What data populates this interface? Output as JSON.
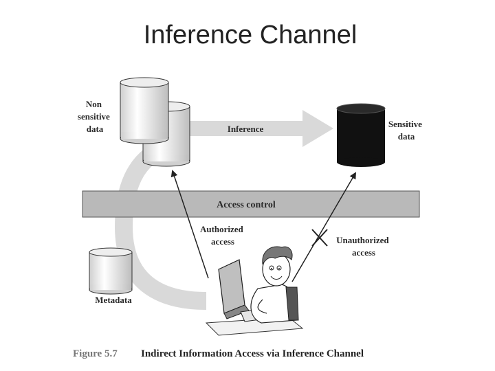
{
  "slide": {
    "title": "Inference Channel"
  },
  "diagram": {
    "nodes": {
      "non_sensitive": [
        "Non",
        "sensitive",
        "data"
      ],
      "sensitive": [
        "Sensitive",
        "data"
      ],
      "metadata": "Metadata"
    },
    "edges": {
      "inference": "Inference",
      "access_control": "Access control",
      "authorized": [
        "Authorized",
        "access"
      ],
      "unauthorized": [
        "Unauthorized",
        "access"
      ]
    },
    "colors": {
      "arrow_gray": "#d9d9d9",
      "bar_gray": "#b9b9b9",
      "cylinder_light": "#f0f0f0",
      "cylinder_dark": "#111111"
    }
  },
  "caption": {
    "label": "Figure 5.7",
    "text": "Indirect Information Access via Inference Channel"
  }
}
